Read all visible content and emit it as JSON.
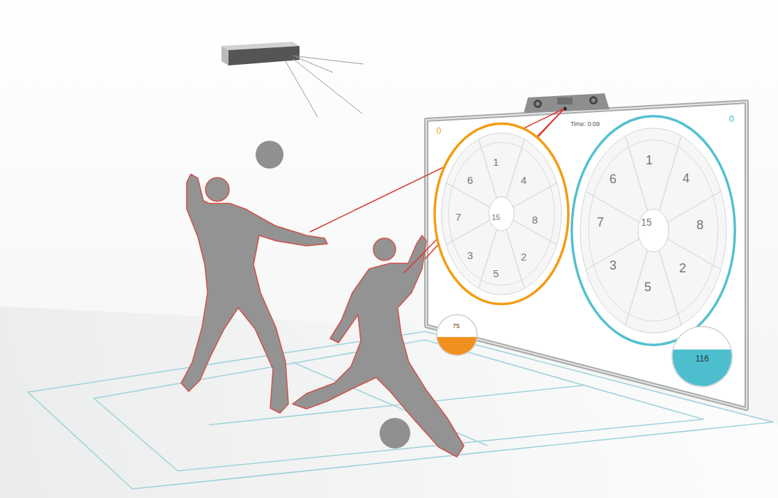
{
  "diagram": {
    "nodes": [
      {
        "text": [
          "0",
          "Time: 0:09",
          "0"
        ]
      },
      {
        "text": [
          "6",
          "1",
          "4",
          "8",
          "2",
          "5",
          "3",
          "7",
          "15"
        ],
        "in": 0
      },
      {
        "text": [
          "6",
          "1",
          "4",
          "8",
          "2",
          "5",
          "3",
          "7",
          "15"
        ],
        "in": 0
      },
      {
        "text": [
          "75"
        ],
        "in": 0
      },
      {
        "text": [
          "116"
        ],
        "in": 0
      }
    ]
  }
}
